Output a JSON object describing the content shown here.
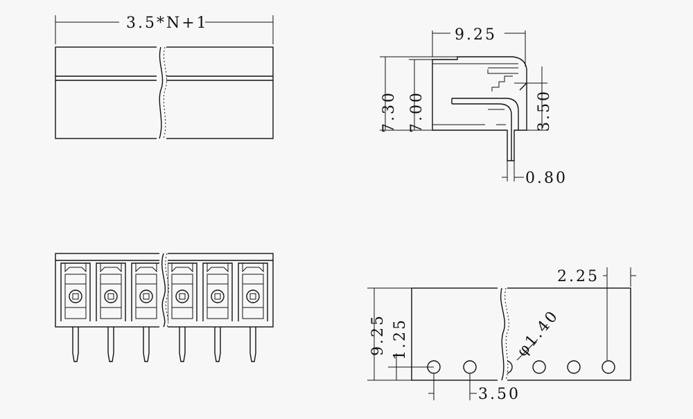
{
  "dimensions": {
    "width_total": "3.5*N+1",
    "depth_total": "9.25",
    "height_total": "7.30",
    "height_body": "7.00",
    "pin_height": "3.50",
    "pin_thickness": "0.80",
    "pitch_row_depth": "9.25",
    "hole_offset": "1.25",
    "hole_diameter": "φ1.40",
    "edge_offset": "2.25",
    "pitch": "3.50"
  },
  "colors": {
    "line": "#111111",
    "background": "#f7f7f7"
  }
}
